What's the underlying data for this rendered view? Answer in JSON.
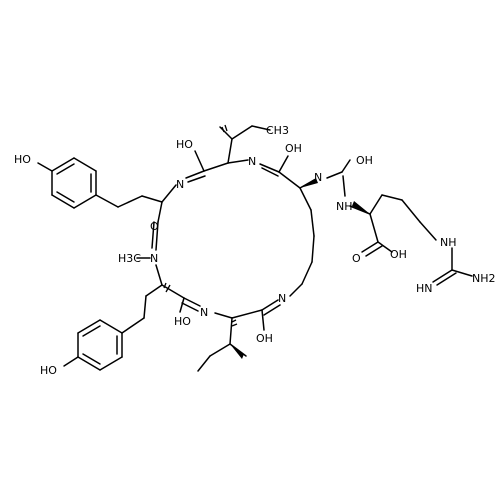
{
  "labels": {
    "ho_top_left": "HO",
    "oh_ring_top": "OH",
    "ho_ring_top_left": "HO",
    "n_top_right": "N",
    "n_top_left": "N",
    "ch3_top": "CH3",
    "n_amide": "N",
    "oh_linker": "OH",
    "nh_link": "NH",
    "o_carbonyl": "O",
    "n_methyl": "N",
    "methyl": "H3C",
    "ho_ring_bottom_left": "HO",
    "n_bottom_mid": "N",
    "n_bottom_right": "N",
    "oh_ring_bottom_right": "OH",
    "o_acid": "O",
    "oh_acid": "OH",
    "nh_guan": "NH",
    "hn_imine": "HN",
    "nh2": "NH2",
    "ho_bottom_left": "HO"
  }
}
